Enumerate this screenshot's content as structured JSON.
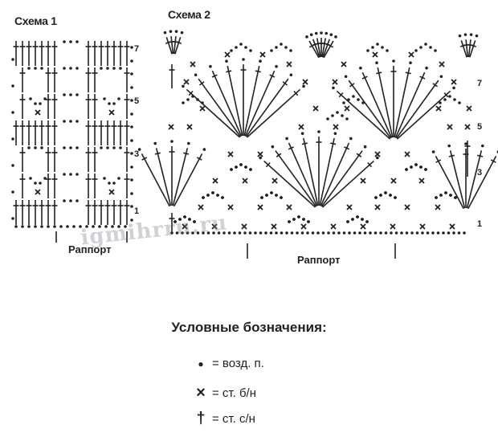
{
  "scheme1": {
    "title": "Схема 1",
    "rapport": "Раппорт",
    "row_numbers": [
      "7",
      "5",
      "3",
      "1"
    ]
  },
  "scheme2": {
    "title": "Схема 2",
    "rapport": "Раппорт",
    "row_numbers": [
      "7",
      "5",
      "3",
      "1"
    ]
  },
  "watermark": "igmihrru.ru",
  "legend": {
    "title": "Условные бозначения:",
    "items": [
      {
        "icon": "dot-icon",
        "symbol": "●",
        "text": "= возд. п."
      },
      {
        "icon": "cross-icon",
        "symbol": "×",
        "text": "= ст. б/н"
      },
      {
        "icon": "double-crochet-icon",
        "symbol": "†",
        "text": "= ст. с/н"
      }
    ]
  },
  "colors": {
    "ink": "#222222",
    "watermark": "#7878a0"
  }
}
